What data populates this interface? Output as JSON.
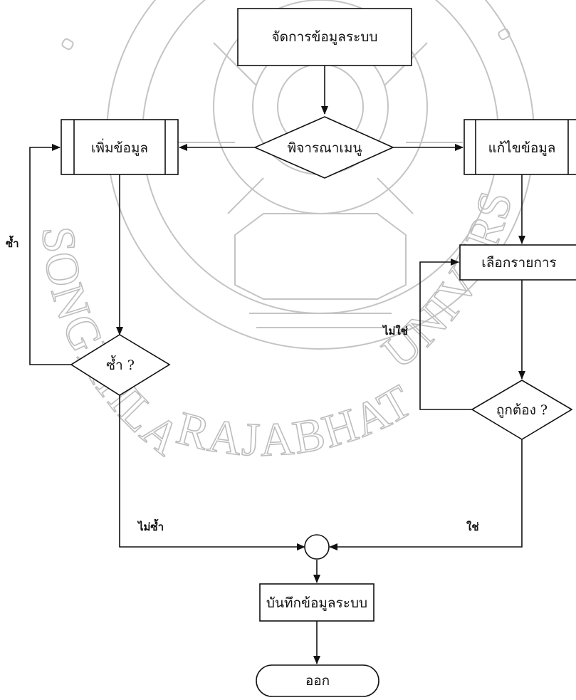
{
  "watermark": {
    "top_arc_text": "SONGKHLA",
    "right_arc_text": "UNIVERSITY",
    "bottom_arc_text": "RAJABHAT"
  },
  "nodes": {
    "manage_system_data": "จัดการข้อมูลระบบ",
    "consider_menu": "พิจารณาเมนู",
    "add_data": "เพิ่มข้อมูล",
    "edit_data": "แก้ไขข้อมูล",
    "select_item": "เลือกรายการ",
    "duplicate_check": "ซ้ำ ?",
    "correct_check": "ถูกต้อง ?",
    "save_system_data": "บันทึกข้อมูลระบบ",
    "exit": "ออก"
  },
  "edge_labels": {
    "duplicate": "ซ้ำ",
    "not_duplicate": "ไม่ซ้ำ",
    "no": "ไม่ใช่",
    "yes": "ใช่"
  }
}
